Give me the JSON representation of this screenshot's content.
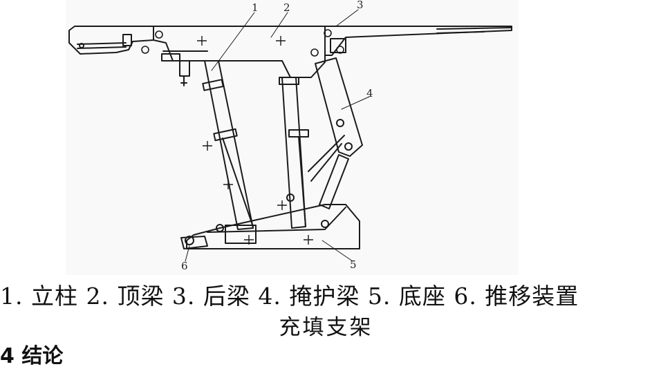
{
  "figure": {
    "part_labels": [
      "1",
      "2",
      "3",
      "4",
      "5",
      "6"
    ]
  },
  "caption": {
    "legend": "1. 立柱 2. 顶梁 3. 后梁 4. 掩护梁 5. 底座 6. 推移装置",
    "title": "充填支架"
  },
  "cutoff_heading": "4 结论"
}
